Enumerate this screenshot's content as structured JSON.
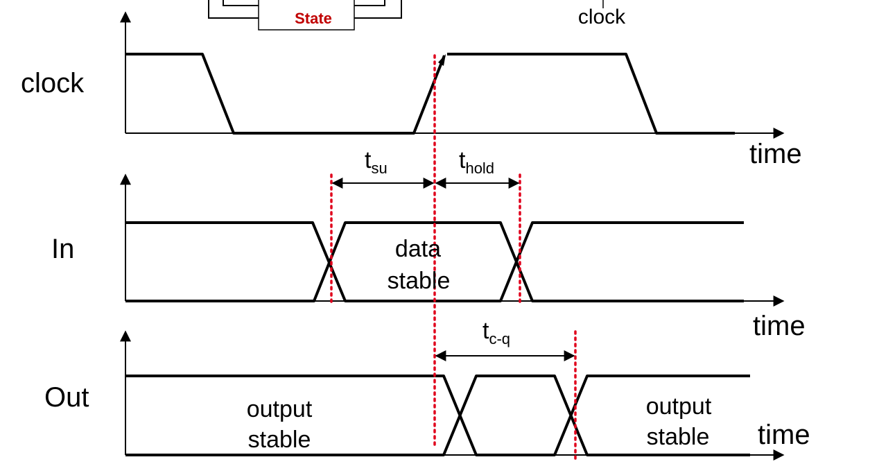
{
  "top_diagram": {
    "state_label": "State",
    "clock_label": "clock"
  },
  "signals": {
    "clock": "clock",
    "in": "In",
    "out": "Out"
  },
  "axis": {
    "time_1": "time",
    "time_2": "time",
    "time_3": "time"
  },
  "timings": {
    "tsu_t": "t",
    "tsu_sub": "su",
    "thold_t": "t",
    "thold_sub": "hold",
    "tcq_t": "t",
    "tcq_sub": "c-q"
  },
  "annotations": {
    "data_stable_1": "data",
    "data_stable_2": "stable",
    "out_stable_left_1": "output",
    "out_stable_left_2": "stable",
    "out_stable_right_1": "output",
    "out_stable_right_2": "stable"
  },
  "colors": {
    "marker": "#e0001b",
    "state_text": "#c00000"
  }
}
